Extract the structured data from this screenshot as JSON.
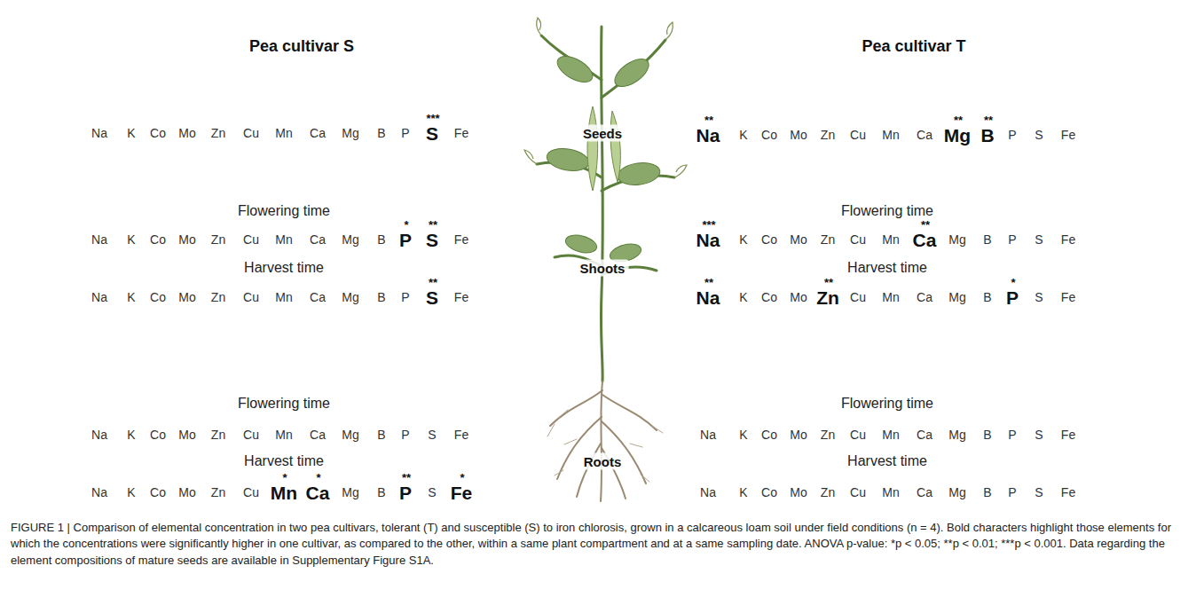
{
  "diagram": {
    "caption": "FIGURE 1 | Comparison of elemental concentration in two pea cultivars, tolerant (T) and susceptible (S) to iron chlorosis, grown in a calcareous loam soil under field conditions (n = 4). Bold characters highlight those elements for which the concentrations were significantly higher in one cultivar, as compared to the other, within a same plant compartment and at a same sampling date. ANOVA p-value: *p < 0.05; **p < 0.01; ***p < 0.001. Data regarding the element compositions of mature seeds are available in Supplementary Figure S1A.",
    "labels": [
      "Pea cultivar S",
      "Pea cultivar T",
      "Na",
      "K",
      "Co",
      "Mo",
      "Zn",
      "Cu",
      "Mn",
      "Ca",
      "Mg",
      "B",
      "P",
      "S",
      "***",
      "Fe",
      "Seeds",
      "Na",
      "**",
      "K",
      "Co",
      "Mo",
      "Zn",
      "Cu",
      "Mn",
      "Ca",
      "Mg",
      "**",
      "B",
      "**",
      "P",
      "S",
      "Fe",
      "Flowering time",
      "Na",
      "K",
      "Co",
      "Mo",
      "Zn",
      "Cu",
      "Mn",
      "Ca",
      "Mg",
      "B",
      "P",
      "*",
      "S",
      "**",
      "Fe",
      "Flowering time",
      "Na",
      "***",
      "K",
      "Co",
      "Mo",
      "Zn",
      "Cu",
      "Mn",
      "Ca",
      "**",
      "Mg",
      "B",
      "P",
      "S",
      "Fe",
      "Harvest time",
      "Na",
      "K",
      "Co",
      "Mo",
      "Zn",
      "Cu",
      "Mn",
      "Ca",
      "Mg",
      "B",
      "P",
      "S",
      "**",
      "Fe",
      "Shoots",
      "Harvest time",
      "Na",
      "**",
      "K",
      "Co",
      "Mo",
      "Zn",
      "**",
      "Cu",
      "Mn",
      "Ca",
      "Mg",
      "B",
      "P",
      "*",
      "S",
      "Fe",
      "Flowering time",
      "Na",
      "K",
      "Co",
      "Mo",
      "Zn",
      "Cu",
      "Mn",
      "Ca",
      "Mg",
      "B",
      "P",
      "S",
      "Fe",
      "Flowering time",
      "Na",
      "K",
      "Co",
      "Mo",
      "Zn",
      "Cu",
      "Mn",
      "Ca",
      "Mg",
      "B",
      "P",
      "S",
      "Fe",
      "Harvest time",
      "Na",
      "K",
      "Co",
      "Mo",
      "Zn",
      "Cu",
      "Mn",
      "*",
      "Ca",
      "*",
      "Mg",
      "B",
      "P",
      "**",
      "S",
      "Fe",
      "*",
      "Roots",
      "Harvest time",
      "Na",
      "K",
      "Co",
      "Mo",
      "Zn",
      "Cu",
      "Mn",
      "Ca",
      "Mg",
      "B",
      "P",
      "S",
      "Fe"
    ]
  }
}
